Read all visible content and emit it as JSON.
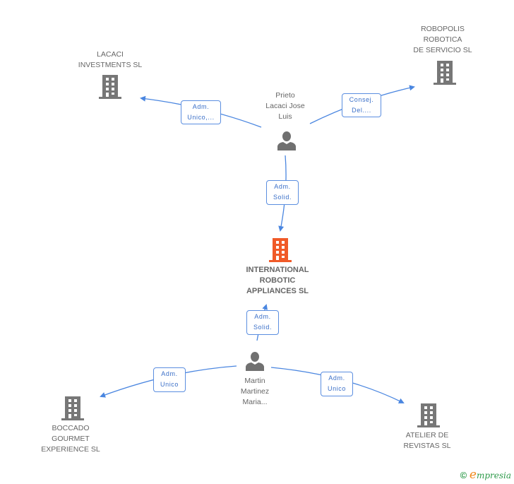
{
  "colors": {
    "edge": "#4a86e0",
    "company_icon": "#777777",
    "main_company_icon": "#f05a28",
    "person_icon": "#707070"
  },
  "nodes": {
    "main_company": {
      "type": "company",
      "icon": "building-icon",
      "lines": [
        "INTERNATIONAL",
        "ROBOTIC",
        "APPLIANCES SL"
      ]
    },
    "lacaci": {
      "type": "company",
      "icon": "building-icon",
      "lines": [
        "LACACI",
        "INVESTMENTS SL"
      ]
    },
    "robopolis": {
      "type": "company",
      "icon": "building-icon",
      "lines": [
        "ROBOPOLIS",
        "ROBOTICA",
        "DE SERVICIO  SL"
      ]
    },
    "boccado": {
      "type": "company",
      "icon": "building-icon",
      "lines": [
        "BOCCADO",
        "GOURMET",
        "EXPERIENCE  SL"
      ]
    },
    "atelier": {
      "type": "company",
      "icon": "building-icon",
      "lines": [
        "ATELIER DE",
        "REVISTAS SL"
      ]
    },
    "prieto": {
      "type": "person",
      "icon": "person-icon",
      "lines": [
        "Prieto",
        "Lacaci Jose",
        "Luis"
      ]
    },
    "martin": {
      "type": "person",
      "icon": "person-icon",
      "lines": [
        "Martin",
        "Martinez",
        "Maria..."
      ]
    }
  },
  "edges": [
    {
      "from": "prieto",
      "to": "lacaci",
      "label": [
        "Adm.",
        "Unico,..."
      ]
    },
    {
      "from": "prieto",
      "to": "robopolis",
      "label": [
        "Consej.",
        "Del...."
      ]
    },
    {
      "from": "prieto",
      "to": "main_company",
      "label": [
        "Adm.",
        "Solid."
      ]
    },
    {
      "from": "martin",
      "to": "main_company",
      "label": [
        "Adm.",
        "Solid."
      ]
    },
    {
      "from": "martin",
      "to": "boccado",
      "label": [
        "Adm.",
        "Unico"
      ]
    },
    {
      "from": "martin",
      "to": "atelier",
      "label": [
        "Adm.",
        "Unico"
      ]
    }
  ],
  "footer": {
    "copyright": "©",
    "brand_initial": "e",
    "brand_rest": "mpresia"
  }
}
